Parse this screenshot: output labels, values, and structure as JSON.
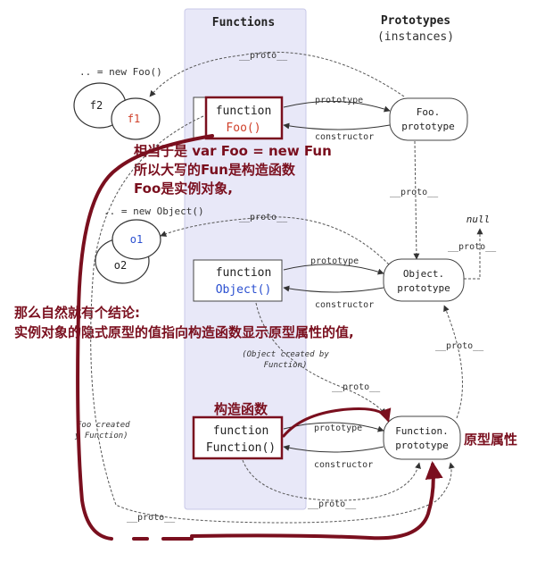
{
  "columns": {
    "functions": "Functions",
    "prototypes": "Prototypes",
    "instances": "(instances)"
  },
  "foo_row": {
    "new_label": ".. = new Foo()",
    "instances": [
      "f2",
      "f1"
    ],
    "fn_keyword": "function",
    "fn_name": "Foo()",
    "proto_box": [
      "Foo.",
      "prototype"
    ]
  },
  "object_row": {
    "new_label": ".. = new Object()",
    "instances": [
      "o1",
      "o2"
    ],
    "fn_keyword": "function",
    "fn_name": "Object()",
    "proto_box": [
      "Object.",
      "prototype"
    ],
    "created_note": [
      "(Object created by",
      "Function)"
    ]
  },
  "function_row": {
    "fn_keyword": "function",
    "fn_name": "Function()",
    "proto_box": [
      "Function.",
      "prototype"
    ],
    "created_note": [
      "Foo created",
      "y Function)"
    ]
  },
  "labels": {
    "proto": "__proto__",
    "prototype": "prototype",
    "constructor": "constructor",
    "null": "null"
  },
  "annotations": {
    "foo_note": [
      "相当于是 var Foo = new Fun",
      "所以大写的Fun是构造函数",
      "Foo是实例对象,"
    ],
    "conclusion": [
      "那么自然就有个结论:",
      "实例对象的隐式原型的值指向构造函数显示原型属性的值,"
    ],
    "constructor_label": "构造函数",
    "prototype_attr_label": "原型属性"
  },
  "colors": {
    "functions_column_bg": "#e8e8f8",
    "annotation": "#7a0f1e",
    "foo_name": "#d0402a",
    "object_name": "#2a4fd0"
  }
}
